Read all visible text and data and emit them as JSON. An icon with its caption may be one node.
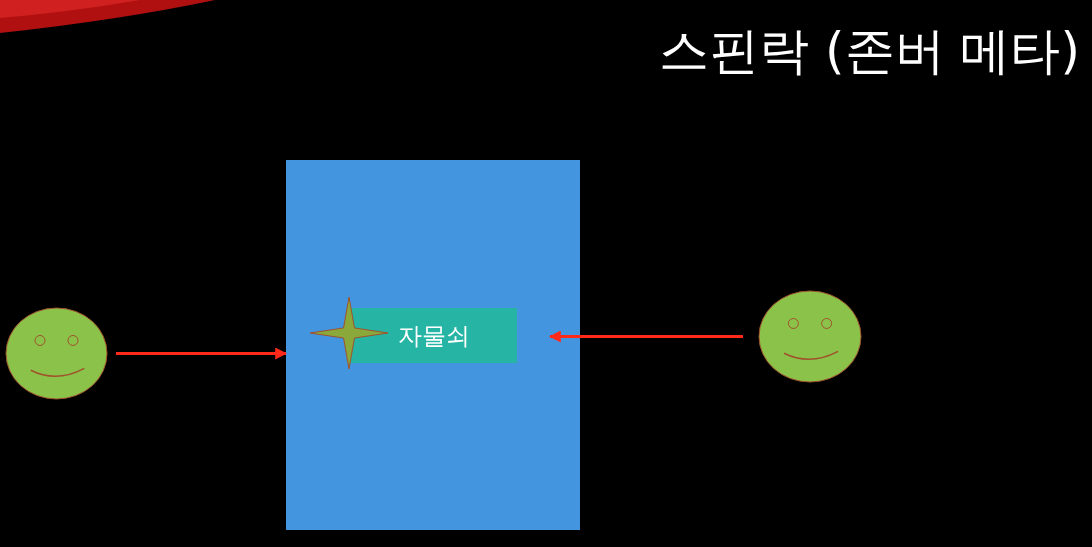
{
  "diagram": {
    "title": "스핀락 (존버 메타)",
    "nodes": [
      {
        "text": [],
        "shape": "circle"
      },
      {
        "text": [],
        "shape": "box"
      },
      {
        "text": [
          "자물쇠"
        ],
        "in": 1
      },
      {
        "text": [],
        "shape": "star",
        "in": 1
      },
      {
        "text": [],
        "shape": "circle"
      }
    ],
    "edges": [
      {
        "from": 0,
        "to": 1,
        "arrow": "to",
        "color": "#ff2a1a"
      },
      {
        "from": 4,
        "to": 2,
        "arrow": "to",
        "color": "#ff2a1a"
      }
    ]
  }
}
